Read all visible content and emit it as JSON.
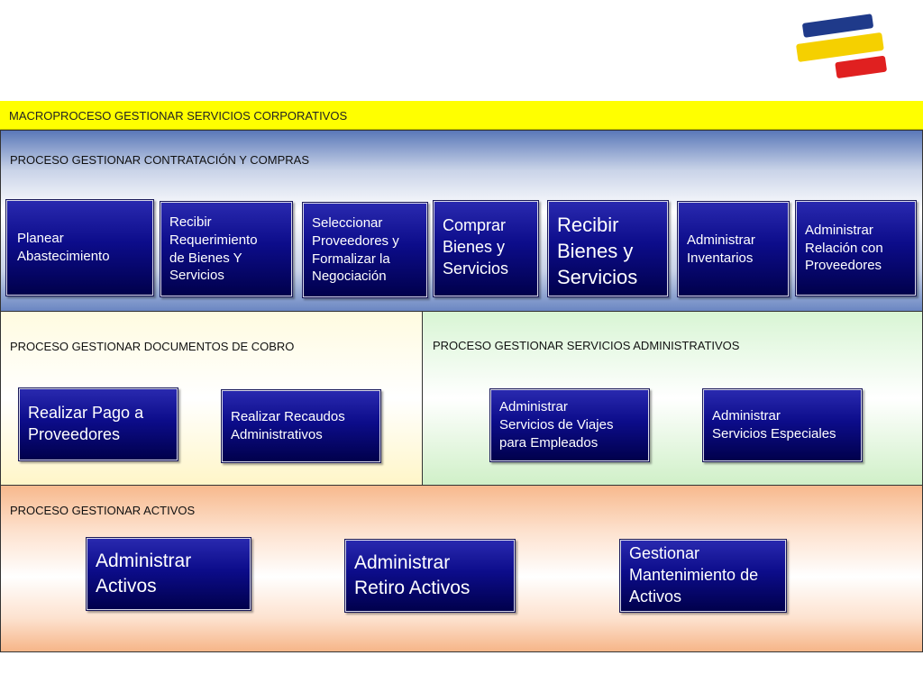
{
  "macroproceso": "MACROPROCESO GESTIONAR SERVICIOS CORPORATIVOS",
  "colors": {
    "macro_band": "#ffff00",
    "box": "#0c0c8a",
    "logo_blue": "#1f3a8a",
    "logo_yellow": "#f5d000",
    "logo_red": "#e02020"
  },
  "compras": {
    "label": "PROCESO GESTIONAR CONTRATACIÓN Y COMPRAS",
    "boxes": [
      "Planear\n Abastecimiento",
      "Recibir\nRequerimiento\nde Bienes Y\nServicios",
      "Seleccionar\nProveedores y\nFormalizar la\nNegociación",
      "Comprar\nBienes y\nServicios",
      "Recibir\nBienes y\nServicios",
      "Administrar\nInventarios",
      "Administrar\n Relación con\n Proveedores"
    ]
  },
  "cobro": {
    "label": "PROCESO GESTIONAR DOCUMENTOS DE COBRO",
    "boxes": [
      "Realizar  Pago  a\nProveedores",
      "Realizar Recaudos\nAdministrativos"
    ]
  },
  "administrativos": {
    "label": "PROCESO GESTIONAR SERVICIOS ADMINISTRATIVOS",
    "boxes": [
      "Administrar\nServicios de Viajes\npara Empleados",
      "Administrar\nServicios Especiales"
    ]
  },
  "activos": {
    "label": "PROCESO GESTIONAR ACTIVOS",
    "boxes": [
      "Administrar\nActivos",
      "Administrar\nRetiro Activos",
      "Gestionar\nMantenimiento de\nActivos"
    ]
  }
}
